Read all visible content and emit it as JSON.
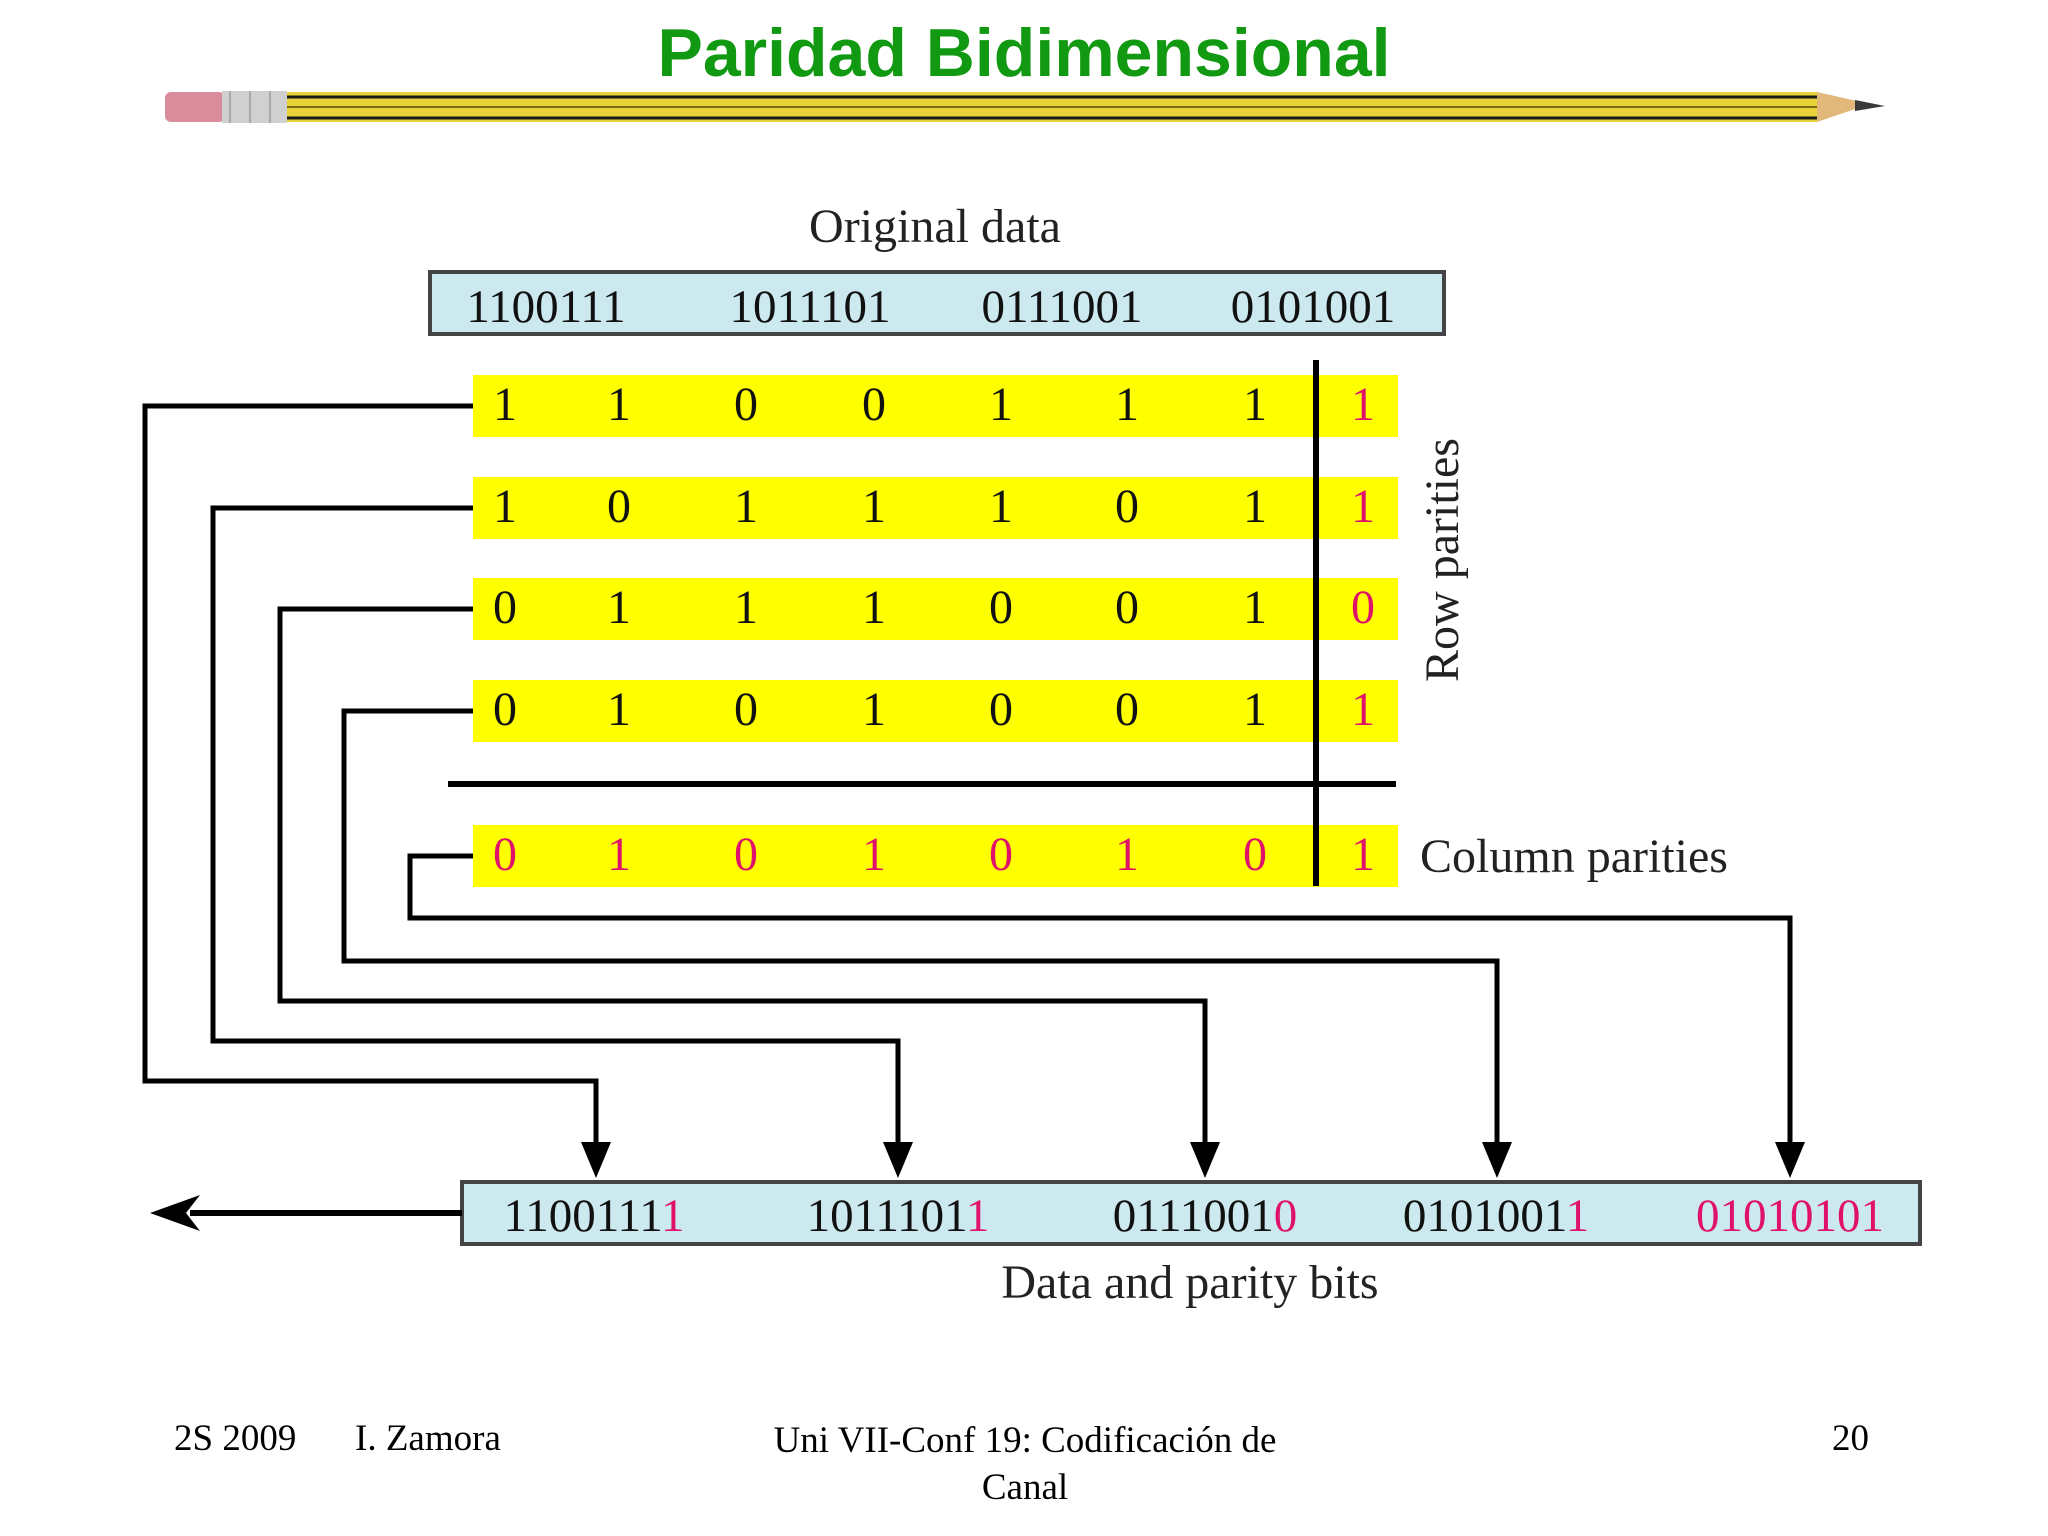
{
  "slide": {
    "title": "Paridad Bidimensional",
    "colors": {
      "title": "#119911",
      "cell_fill": "#ffff00",
      "box_fill": "#cce9ef",
      "parity_text": "#e0116b",
      "line": "#000000"
    }
  },
  "diagram": {
    "original_label": "Original data",
    "original_words": [
      "1100111",
      "1011101",
      "0111001",
      "0101001"
    ],
    "rows": [
      {
        "bits": [
          "1",
          "1",
          "0",
          "0",
          "1",
          "1",
          "1"
        ],
        "parity": "1"
      },
      {
        "bits": [
          "1",
          "0",
          "1",
          "1",
          "1",
          "0",
          "1"
        ],
        "parity": "1"
      },
      {
        "bits": [
          "0",
          "1",
          "1",
          "1",
          "0",
          "0",
          "1"
        ],
        "parity": "0"
      },
      {
        "bits": [
          "0",
          "1",
          "0",
          "1",
          "0",
          "0",
          "1"
        ],
        "parity": "1"
      }
    ],
    "column_parities": [
      "0",
      "1",
      "0",
      "1",
      "0",
      "1",
      "0",
      "1"
    ],
    "row_parities_label": "Row parities",
    "column_parities_label": "Column parities",
    "output_words": [
      {
        "data": "1100111",
        "parity": "1"
      },
      {
        "data": "1011101",
        "parity": "1"
      },
      {
        "data": "0111001",
        "parity": "0"
      },
      {
        "data": "0101001",
        "parity": "1"
      },
      {
        "data": "",
        "parity": "01010101"
      }
    ],
    "output_label": "Data and parity bits"
  },
  "footer": {
    "term": "2S 2009",
    "author": "I. Zamora",
    "course_line1": "Uni VII-Conf 19: Codificación de",
    "course_line2": "Canal",
    "page": "20"
  }
}
